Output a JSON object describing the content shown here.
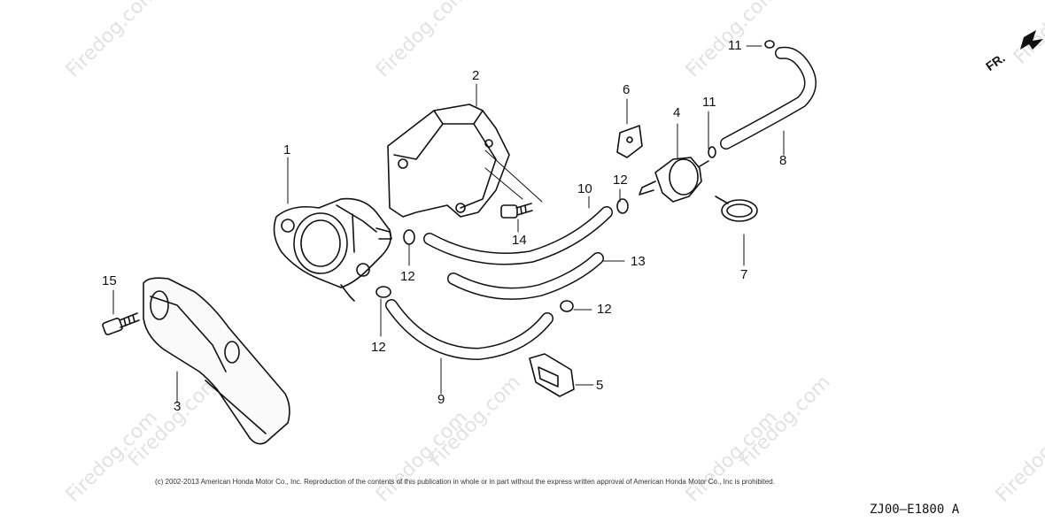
{
  "watermark": "Firedog.com",
  "direction_marker": "FR.",
  "callouts": {
    "c1": "1",
    "c2": "2",
    "c3": "3",
    "c4": "4",
    "c5": "5",
    "c6": "6",
    "c7": "7",
    "c8": "8",
    "c9": "9",
    "c10": "10",
    "c11a": "11",
    "c11b": "11",
    "c12a": "12",
    "c12b": "12",
    "c12c": "12",
    "c12d": "12",
    "c13": "13",
    "c14": "14",
    "c15": "15"
  },
  "copyright": "(c) 2002-2013 American Honda Motor Co., Inc. Reproduction of the contents of this publication in whole or in part without the express written approval of American Honda Motor Co., Inc is prohibited.",
  "diagram_code": "ZJ00—E1800 A"
}
